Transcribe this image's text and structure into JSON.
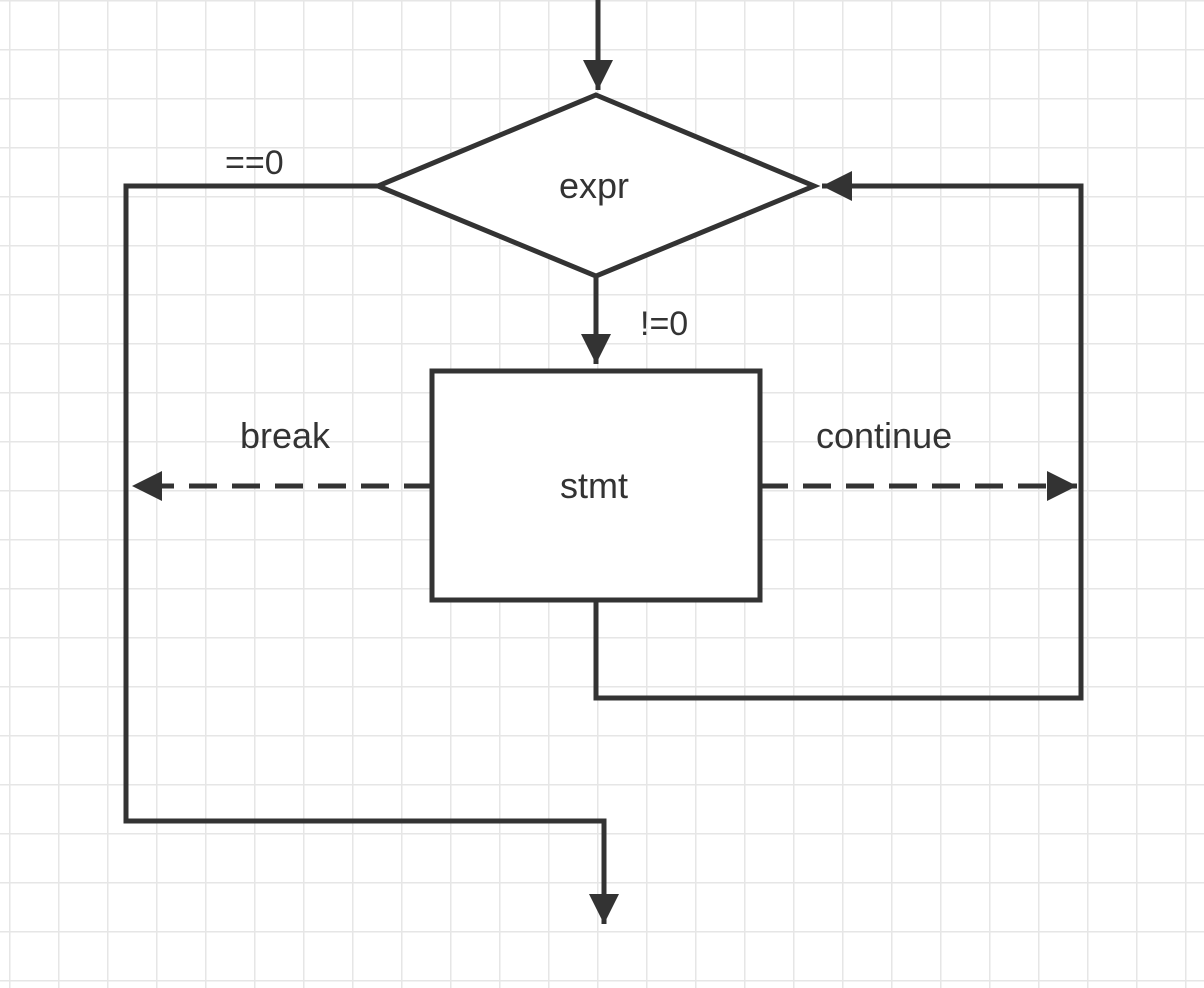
{
  "diagram": {
    "nodes": {
      "decision": {
        "label": "expr"
      },
      "process": {
        "label": "stmt"
      }
    },
    "edges": {
      "false_branch": {
        "label": "==0"
      },
      "true_branch": {
        "label": "!=0"
      },
      "break_edge": {
        "label": "break"
      },
      "continue_edge": {
        "label": "continue"
      }
    },
    "colors": {
      "stroke": "#333333",
      "grid": "#e6e6e6",
      "background": "#ffffff"
    }
  }
}
